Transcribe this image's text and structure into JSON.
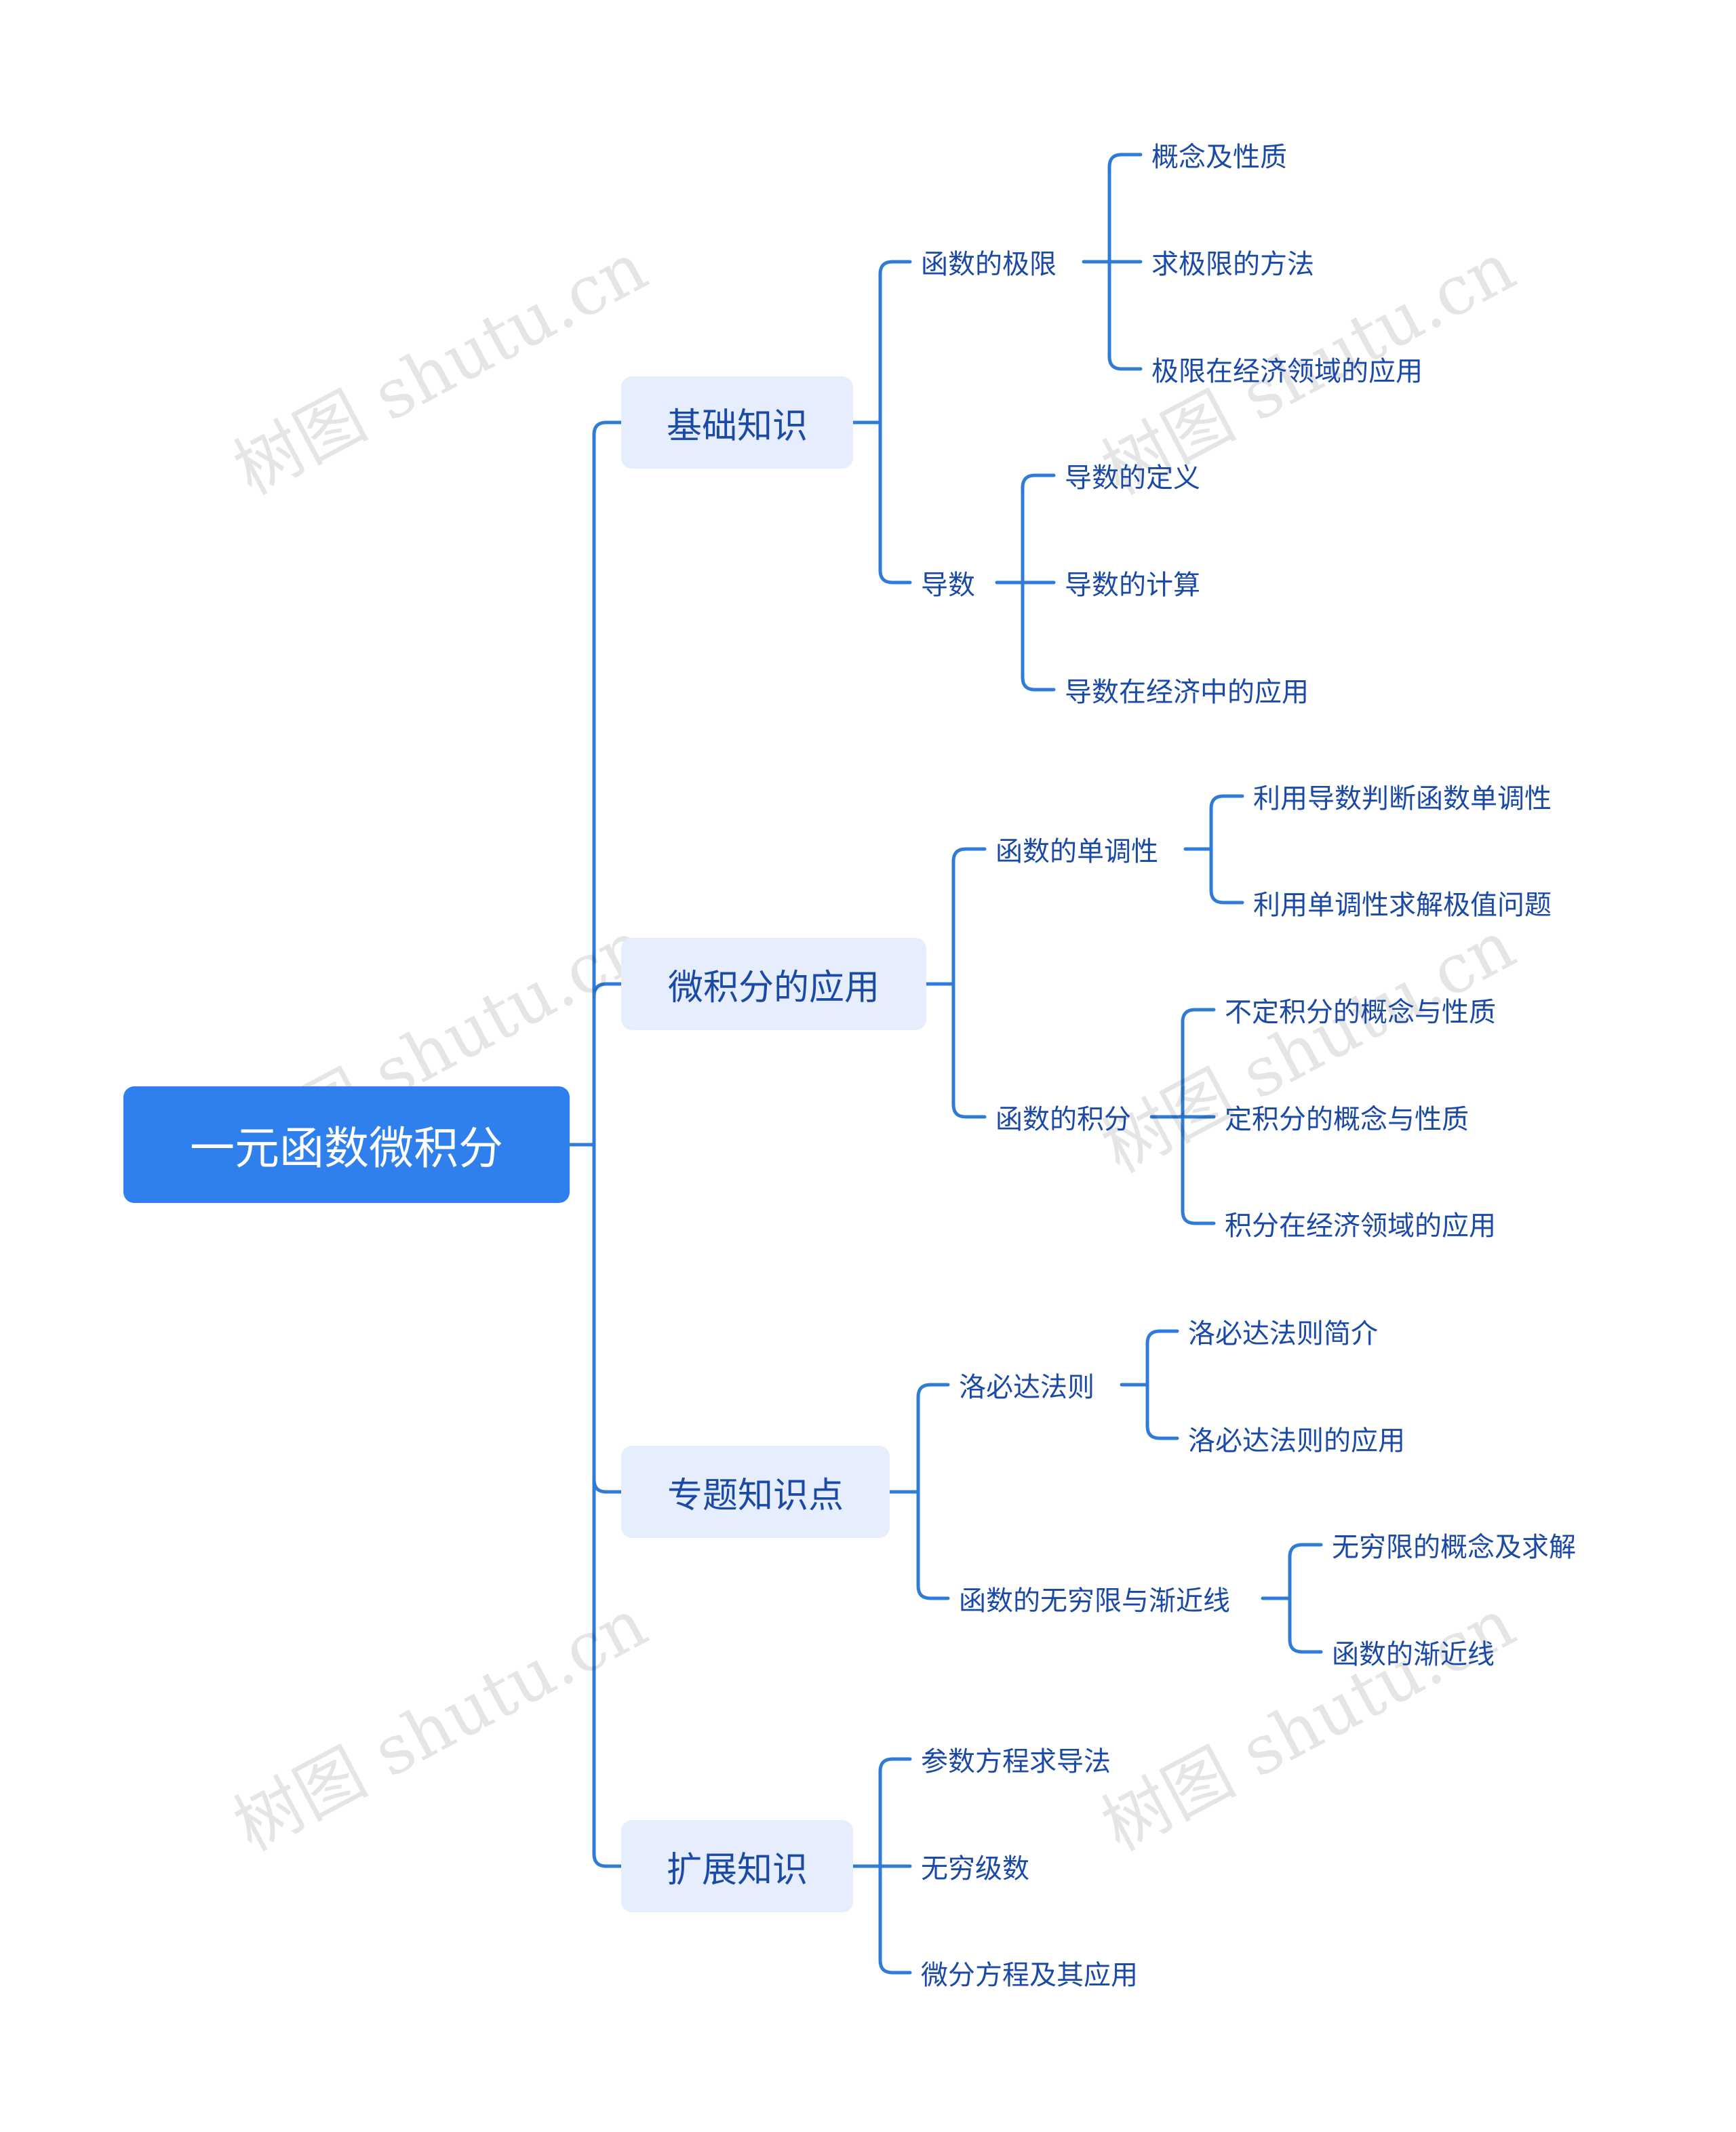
{
  "colors": {
    "root_bg": "#2f80ed",
    "branch_bg": "#e6edfc",
    "line": "#2f7bd6",
    "text": "#1b4aa6"
  },
  "watermark": "树图 shutu.cn",
  "root": {
    "label": "一元函数微积分"
  },
  "branches": [
    {
      "label": "基础知识",
      "children": [
        {
          "label": "函数的极限",
          "children": [
            "概念及性质",
            "求极限的方法",
            "极限在经济领域的应用"
          ]
        },
        {
          "label": "导数",
          "children": [
            "导数的定义",
            "导数的计算",
            "导数在经济中的应用"
          ]
        }
      ]
    },
    {
      "label": "微积分的应用",
      "children": [
        {
          "label": "函数的单调性",
          "children": [
            "利用导数判断函数单调性",
            "利用单调性求解极值问题"
          ]
        },
        {
          "label": "函数的积分",
          "children": [
            "不定积分的概念与性质",
            "定积分的概念与性质",
            "积分在经济领域的应用"
          ]
        }
      ]
    },
    {
      "label": "专题知识点",
      "children": [
        {
          "label": "洛必达法则",
          "children": [
            "洛必达法则简介",
            "洛必达法则的应用"
          ]
        },
        {
          "label": "函数的无穷限与渐近线",
          "children": [
            "无穷限的概念及求解",
            "函数的渐近线"
          ]
        }
      ]
    },
    {
      "label": "扩展知识",
      "children": [
        {
          "label": "参数方程求导法",
          "children": []
        },
        {
          "label": "无穷级数",
          "children": []
        },
        {
          "label": "微分方程及其应用",
          "children": []
        }
      ]
    }
  ]
}
